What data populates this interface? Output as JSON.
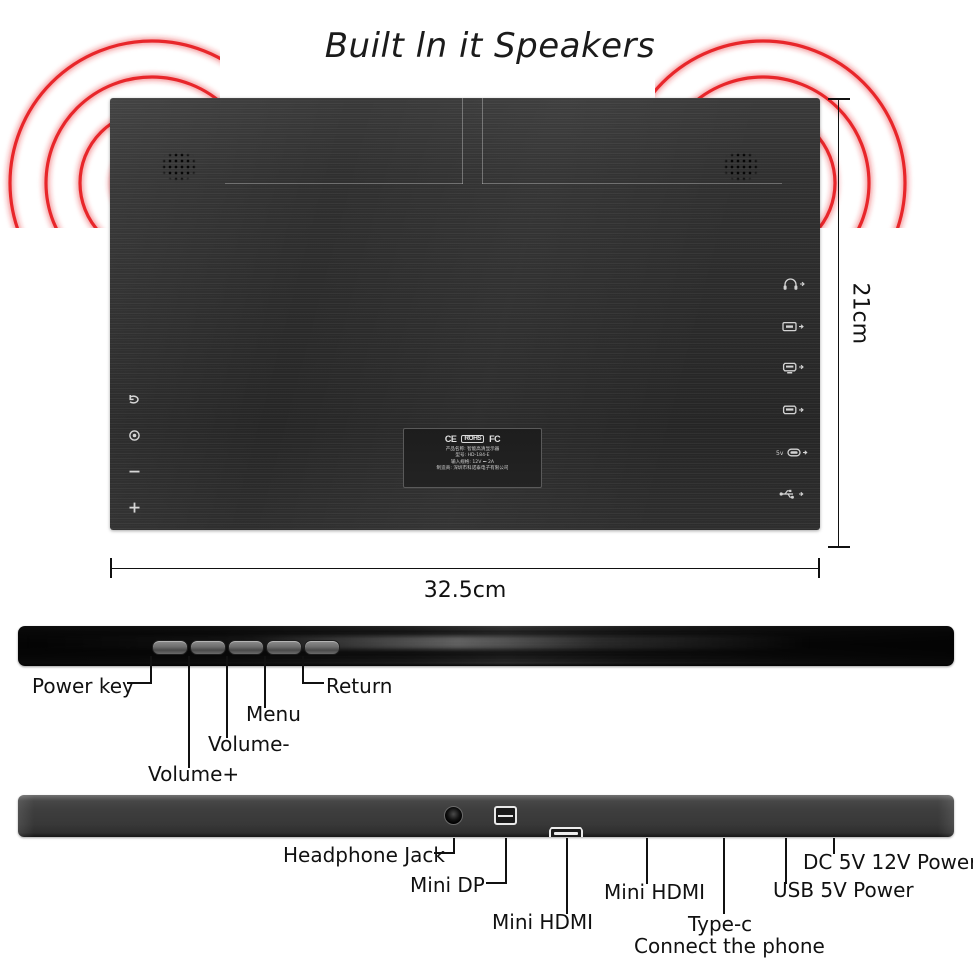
{
  "heading": {
    "title": "Built ln it Speakers"
  },
  "colors": {
    "wave_red": "#e8262c",
    "wave_glow": "#f4a0a3",
    "panel_dark": "#2c2c2c",
    "bar_gray": "#3e3e3e",
    "text_black": "#111111",
    "plate_border": "#5a5a5a"
  },
  "dimensions": {
    "height": "21cm",
    "width": "32.5cm"
  },
  "spec_plate": {
    "marks": [
      "CE",
      "ROHS",
      "FC"
    ],
    "lines": [
      "产品名称: 智能高清显示器",
      "型号: HD-184-E",
      "输入规格: 12V ⎓ 2A",
      "制造商: 深圳市科诺泰电子有限公司"
    ]
  },
  "side_controls": [
    {
      "name": "return",
      "glyph": "return-arrow-icon"
    },
    {
      "name": "menu",
      "glyph": "menu-dot-icon"
    },
    {
      "name": "volume-down",
      "glyph": "minus-icon"
    },
    {
      "name": "volume-up",
      "glyph": "plus-icon"
    },
    {
      "name": "power",
      "glyph": "power-icon"
    }
  ],
  "side_port_icons": [
    {
      "name": "headphone",
      "glyph": "headphone-icon"
    },
    {
      "name": "mini-dp",
      "glyph": "mini-dp-icon"
    },
    {
      "name": "mini-hdmi-1",
      "glyph": "mini-hdmi-icon"
    },
    {
      "name": "mini-hdmi-2",
      "glyph": "mini-hdmi-icon"
    },
    {
      "name": "type-c",
      "glyph": "type-c-icon"
    },
    {
      "name": "usb",
      "glyph": "usb-icon"
    },
    {
      "name": "dc-power",
      "glyph": "dc-power-icon"
    }
  ],
  "button_bar": {
    "keys": [
      "Power key",
      "Volume+",
      "Volume-",
      "Menu",
      "Return"
    ],
    "labels": [
      {
        "text": "Power key"
      },
      {
        "text": "Volume+"
      },
      {
        "text": "Volume-"
      },
      {
        "text": "Menu"
      },
      {
        "text": "Return"
      }
    ]
  },
  "port_bar": {
    "labels": [
      {
        "text": "Headphone Jack"
      },
      {
        "text": "Mini DP"
      },
      {
        "text": "Mini HDMI"
      },
      {
        "text": "Mini HDMI"
      },
      {
        "text": "Type-c"
      },
      {
        "text": "Connect the phone"
      },
      {
        "text": "USB 5V Power"
      },
      {
        "text": "DC 5V 12V Power"
      }
    ]
  },
  "speakers": {
    "left_label": "left-speaker-grille",
    "right_label": "right-speaker-grille",
    "wave_rings": 4
  }
}
